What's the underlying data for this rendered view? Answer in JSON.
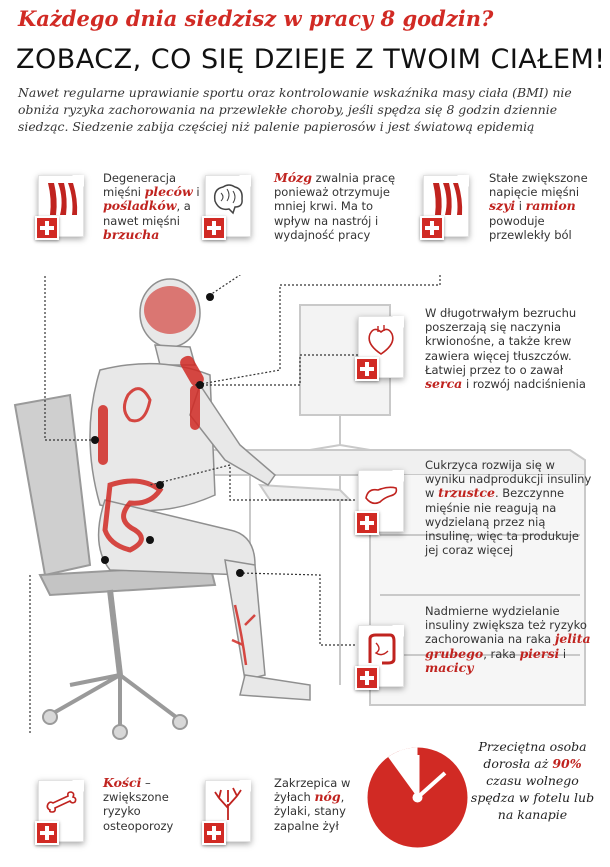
{
  "header": {
    "question": "Każdego dnia siedzisz w pracy 8 godzin?",
    "headline": "ZOBACZ, CO SIĘ DZIEJE Z TWOIM CIAŁEM!",
    "intro": "Nawet regularne uprawianie sportu oraz kontrolowanie wskaźnika masy ciała (BMI) nie obniża ryzyka zachorowania na przewlekłe choroby, jeśli spędza się 8 godzin dziennie siedząc. Siedzenie zabija częściej niż palenie papierosów i jest światową epidemią"
  },
  "facts": {
    "muscles": {
      "t1": "Degeneracja mięśni ",
      "h1": "pleców",
      "t2": " i ",
      "h2": "pośladków",
      "t3": ", a nawet mięśni ",
      "h3": "brzucha",
      "icon": "muscle-icon"
    },
    "brain": {
      "h1": "Mózg",
      "t1": " zwalnia pracę ponieważ otrzymuje mniej krwi. Ma to wpływ na nastrój i wydajność pracy",
      "icon": "brain-icon"
    },
    "neck": {
      "t1": "Stałe zwiększone napięcie mięśni ",
      "h1": "szyi",
      "t2": " i ",
      "h2": "ramion",
      "t3": " powoduje przewlekły ból",
      "icon": "muscle-icon"
    },
    "heart": {
      "t1": "W długotrwałym bezruchu poszerzają się naczynia krwionośne, a także krew zawiera więcej tłuszczów. Łatwiej przez to o zawał ",
      "h1": "serca",
      "t2": " i rozwój nadciśnienia",
      "icon": "heart-icon"
    },
    "pancreas": {
      "t1": "Cukrzyca rozwija się w wyniku nadprodukcji insuliny w ",
      "h1": "trzustce",
      "t2": ". Bezczynne mięśnie nie reagują na wydzielaną przez nią insulinę, więc ta produkuje jej coraz więcej",
      "icon": "pancreas-icon"
    },
    "colon": {
      "t1": "Nadmierne wydzielanie insuliny zwiększa też ryzyko zachorowania na raka ",
      "h1": "jelita grubego",
      "t2": ", raka ",
      "h2": "piersi",
      "t3": " i ",
      "h3": "macicy",
      "icon": "intestine-icon"
    },
    "bones": {
      "h1": "Kości",
      "t1": " – zwiększone ryzyko osteoporozy",
      "icon": "bone-icon"
    },
    "legs": {
      "t1": "Zakrzepica w żyłach ",
      "h1": "nóg",
      "t2": ", żylaki, stany zapalne żył",
      "icon": "veins-icon"
    }
  },
  "clock": {
    "t1": "Przeciętna osoba dorosła aż ",
    "pct": "90%",
    "t2": " czasu wolnego spędza w fotelu lub na kanapie",
    "fraction_red": 0.9,
    "icon": "clock-icon"
  },
  "colors": {
    "accent": "#d12a24",
    "text": "#333333"
  }
}
